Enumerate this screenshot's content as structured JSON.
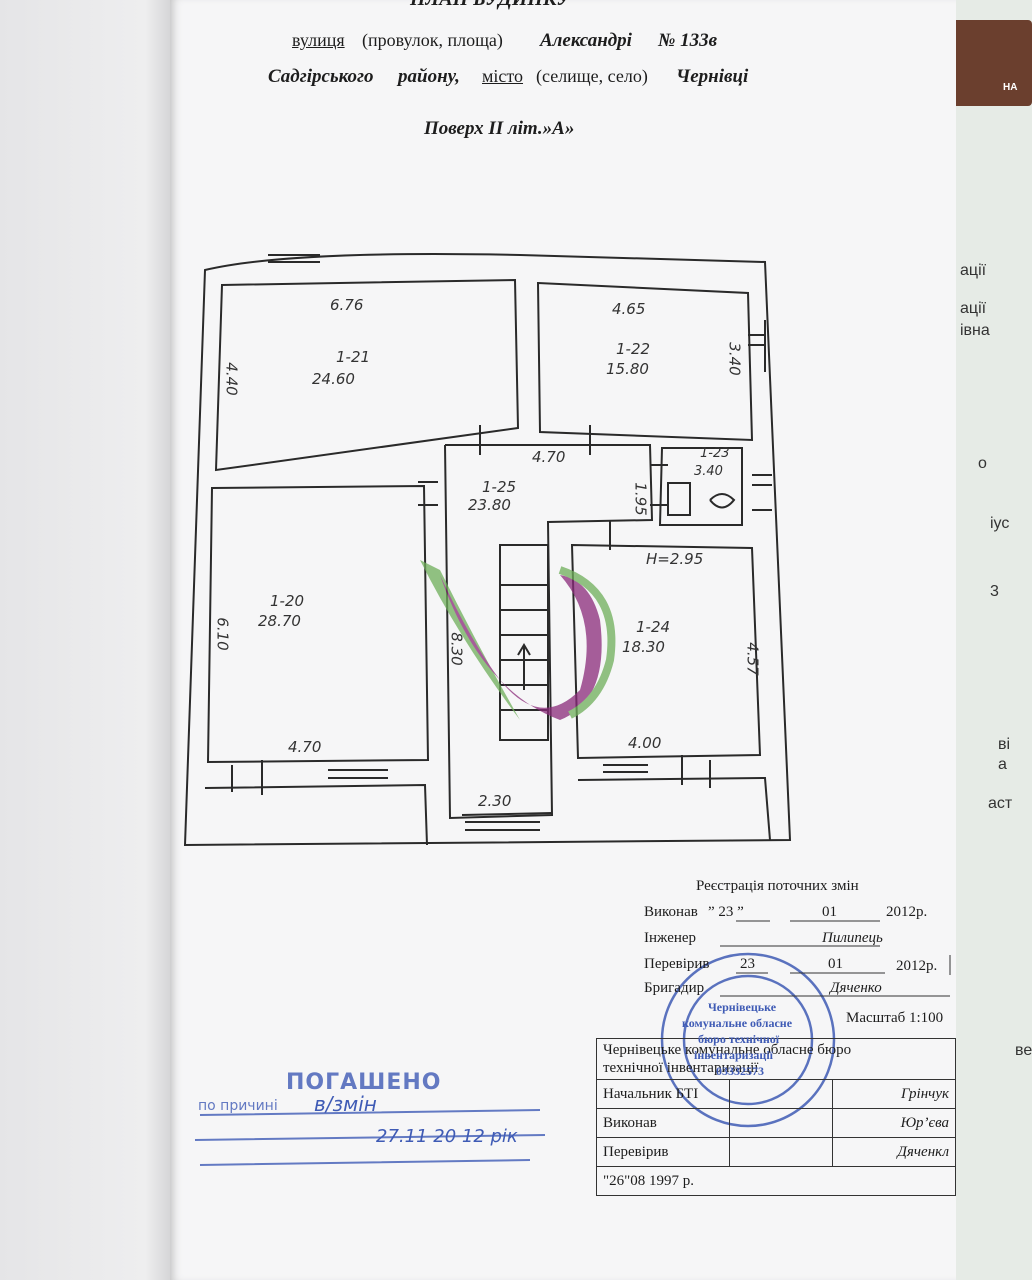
{
  "header": {
    "title": "ПЛАН БУДИНКУ",
    "line1_prefix": "вулиця",
    "line1_mid": "(провулок, площа)",
    "line1_street": "Александрі",
    "line1_no": "№ 133в",
    "line2_district": "Садгірського",
    "line2_mid": "району,",
    "line2_city_label": "місто",
    "line2_paren": "(селище, село)",
    "line2_city": "Чернівці",
    "floor": "Поверх ІІ  літ.»А»"
  },
  "rooms": [
    {
      "id": "1-21",
      "area": "24.60",
      "w": "6.76",
      "h": "4.40"
    },
    {
      "id": "1-22",
      "area": "15.80",
      "w": "4.65",
      "h": "3.40"
    },
    {
      "id": "1-23",
      "area": "3.40"
    },
    {
      "id": "1-25",
      "area": "23.80",
      "w": "4.70",
      "h": "1.95",
      "h2": "8.30",
      "w2": "2.30"
    },
    {
      "id": "1-20",
      "area": "28.70",
      "w": "4.70",
      "h": "6.10"
    },
    {
      "id": "1-24",
      "area": "18.30",
      "w": "4.00",
      "h": "4.57",
      "top": "H=2.95"
    }
  ],
  "registration": {
    "title": "Реєстрація поточних змін",
    "done_label": "Виконав",
    "done_day": "” 23 ”",
    "done_month": "01",
    "done_year": "2012р.",
    "engineer_label": "Інженер",
    "engineer_name": "Пилипець",
    "checked_label": "Перевірив",
    "checked_day": "23",
    "checked_month": "01",
    "checked_year": "2012р.",
    "brigadier_label": "Бригадир",
    "brigadier_name": "Дяченко",
    "scale": "Масштаб 1:100"
  },
  "bureau_table": {
    "org_line1": "Чернівецьке комунальне обласне бюро",
    "org_line2": "технічної інвентаризації",
    "rows": [
      {
        "label": "Начальник БТІ",
        "value": "Грінчук"
      },
      {
        "label": "Виконав",
        "value": "Юр’єва"
      },
      {
        "label": "Перевірив",
        "value": "Дяченкл"
      }
    ],
    "date": "\"26\"08   1997 р."
  },
  "stamps": {
    "cancel_title": "ПОГАШЕНО",
    "cancel_reason_label": "по причині",
    "cancel_reason": "в/змін",
    "cancel_date": "27.11 20 12 рік",
    "round_line1": "Чернівецьке",
    "round_line2": "комунальне обласне",
    "round_line3": "бюро технічної",
    "round_line4": "інвентаризації",
    "round_code": "03332573"
  },
  "right_page": {
    "fragments": [
      "ації",
      "ації",
      "івна",
      "о",
      "іус",
      "3",
      "ві",
      "а",
      "аст",
      "ве"
    ],
    "tab_text": "НА"
  },
  "colors": {
    "paper": "#f6f6f7",
    "ink": "#1d1d1d",
    "stamp_blue": "#3f5bb5",
    "watermark_purple": "#8a2a7a",
    "watermark_green": "#6fae5a"
  }
}
